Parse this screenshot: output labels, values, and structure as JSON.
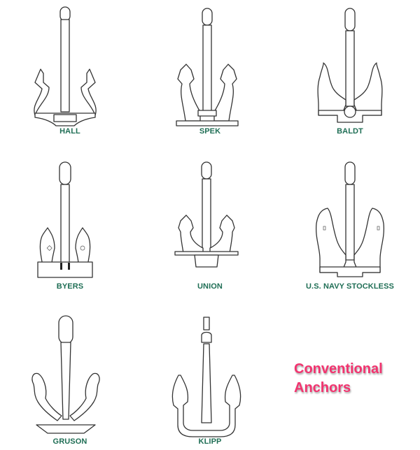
{
  "title": {
    "line1": "Conventional",
    "line2": "Anchors",
    "color": "#f2336f"
  },
  "label_color": "#1f6e55",
  "anchors": [
    {
      "name": "HALL"
    },
    {
      "name": "SPEK"
    },
    {
      "name": "BALDT"
    },
    {
      "name": "BYERS"
    },
    {
      "name": "UNION"
    },
    {
      "name": "U.S. NAVY STOCKLESS"
    },
    {
      "name": "GRUSON"
    },
    {
      "name": "KLIPP"
    }
  ]
}
